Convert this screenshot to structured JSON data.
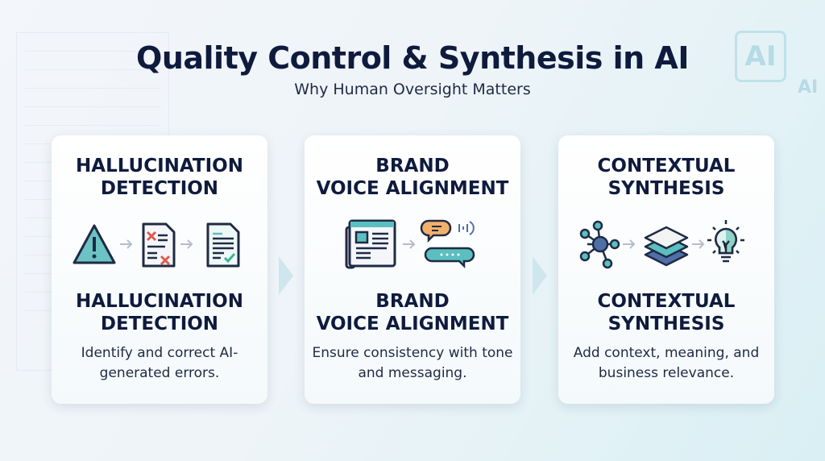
{
  "header": {
    "title": "Quality Control & Synthesis in AI",
    "subtitle": "Why Human Oversight Matters"
  },
  "background": {
    "chip_label": "AI",
    "badge_label": "AI"
  },
  "colors": {
    "teal": "#5bbfbf",
    "navy": "#1f2a44",
    "red": "#e05a4f",
    "blue": "#4f6fa8",
    "orange": "#f3b06a"
  },
  "cards": [
    {
      "heading": "HALLUCINATION DETECTION",
      "heading_repeat": "HALLUCINATION DETECTION",
      "description": "Identify and correct AI-generated errors.",
      "icons": [
        "warning-icon",
        "document-errors-icon",
        "document-checked-icon"
      ]
    },
    {
      "heading": "BRAND VOICE ALIGNMENT",
      "heading_repeat": "BRAND VOICE ALIGNMENT",
      "description": "Ensure consistency with tone and messaging.",
      "icons": [
        "webpage-icon",
        "chat-bubbles-icon",
        "audio-icon"
      ]
    },
    {
      "heading": "CONTEXTUAL SYNTHESIS",
      "heading_repeat": "CONTEXTUAL SYNTHESIS",
      "description": "Add context, meaning, and business relevance.",
      "icons": [
        "network-icon",
        "layers-icon",
        "lightbulb-icon"
      ]
    }
  ]
}
